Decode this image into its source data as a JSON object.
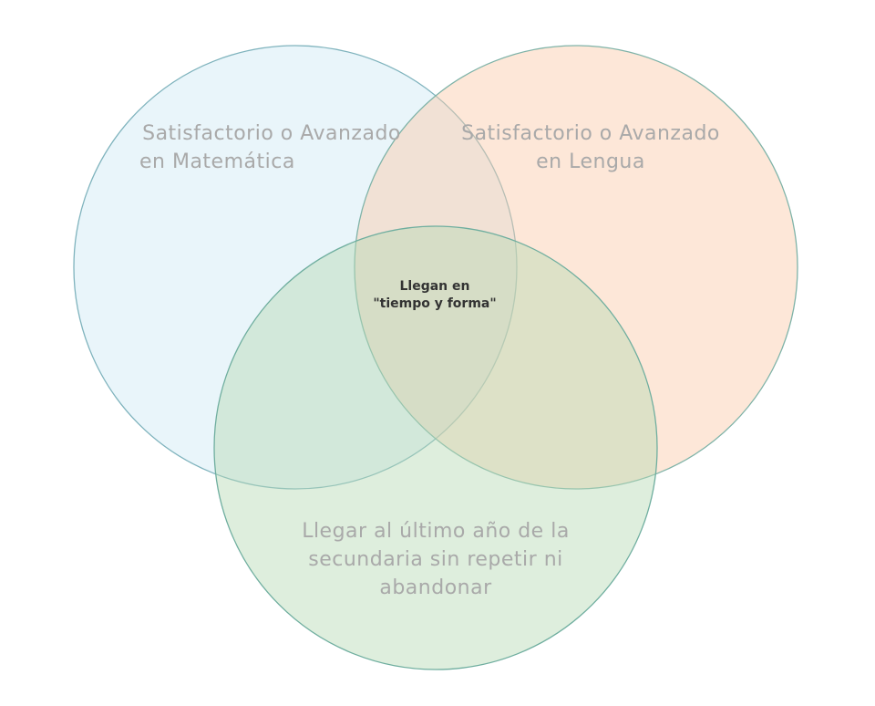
{
  "sets": {
    "matematica": {
      "line1": "Satisfactorio o Avanzado",
      "line2": "en Matemática",
      "fill": "#cfe9f3",
      "stroke": "#7fb3bd"
    },
    "lengua": {
      "line1": "Satisfactorio o Avanzado",
      "line2": "en Lengua",
      "fill": "#fbc9a8",
      "stroke": "#7fb3a8"
    },
    "secundaria": {
      "line1": "Llegar al último año de la",
      "line2": "secundaria sin repetir ni",
      "line3": "abandonar",
      "fill": "#b5d9b3",
      "stroke": "#6fae9f"
    }
  },
  "intersection": {
    "line1": "Llegan en",
    "line2": "\"tiempo y forma\""
  },
  "colors": {
    "set_label_text": "#a9a9a9",
    "center_label_text": "#333333"
  }
}
